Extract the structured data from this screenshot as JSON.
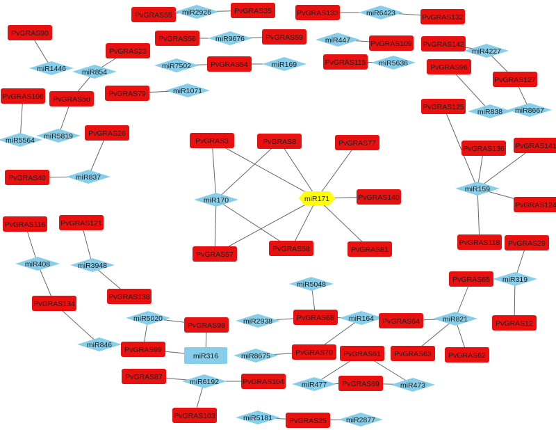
{
  "colors": {
    "gene": "#e8110f",
    "mirna": "#87ceeb",
    "hub": "#ffff00",
    "edge": "#666666",
    "text": "#1a1a1a"
  },
  "nodes": [
    {
      "id": "g55",
      "label": "PvGRAS55",
      "type": "gene"
    },
    {
      "id": "m2926",
      "label": "miR2926",
      "type": "mirna"
    },
    {
      "id": "g35",
      "label": "PvGRAS35",
      "type": "gene"
    },
    {
      "id": "g133",
      "label": "PvGRAS133",
      "type": "gene"
    },
    {
      "id": "m6423",
      "label": "miR6423",
      "type": "mirna"
    },
    {
      "id": "g132",
      "label": "PvGRAS132",
      "type": "gene"
    },
    {
      "id": "g90",
      "label": "PvGRAS90",
      "type": "gene"
    },
    {
      "id": "m1446",
      "label": "miR1446",
      "type": "mirna"
    },
    {
      "id": "g56",
      "label": "PvGRAS56",
      "type": "gene"
    },
    {
      "id": "m9676",
      "label": "miR9676",
      "type": "mirna"
    },
    {
      "id": "g59",
      "label": "PvGRAS59",
      "type": "gene"
    },
    {
      "id": "m447",
      "label": "miR447",
      "type": "mirna"
    },
    {
      "id": "g109",
      "label": "PvGRAS109",
      "type": "gene"
    },
    {
      "id": "g142",
      "label": "PvGRAS142",
      "type": "gene"
    },
    {
      "id": "m4227",
      "label": "miR4227",
      "type": "mirna"
    },
    {
      "id": "g23",
      "label": "PvGRAS23",
      "type": "gene"
    },
    {
      "id": "m854",
      "label": "miR854",
      "type": "mirna"
    },
    {
      "id": "m7502",
      "label": "miR7502",
      "type": "mirna"
    },
    {
      "id": "g54",
      "label": "PvGRAS54",
      "type": "gene"
    },
    {
      "id": "m169",
      "label": "miR169",
      "type": "mirna"
    },
    {
      "id": "g115",
      "label": "PvGRAS115",
      "type": "gene"
    },
    {
      "id": "m5636",
      "label": "miR5636",
      "type": "mirna"
    },
    {
      "id": "g96",
      "label": "PvGRAS96",
      "type": "gene"
    },
    {
      "id": "g127",
      "label": "PvGRAS127",
      "type": "gene"
    },
    {
      "id": "g106",
      "label": "PvGRAS106",
      "type": "gene"
    },
    {
      "id": "g50",
      "label": "PvGRAS50",
      "type": "gene"
    },
    {
      "id": "g79",
      "label": "PvGRAS79",
      "type": "gene"
    },
    {
      "id": "m1071",
      "label": "miR1071",
      "type": "mirna"
    },
    {
      "id": "g125",
      "label": "PvGRAS125",
      "type": "gene"
    },
    {
      "id": "m838",
      "label": "miR838",
      "type": "mirna"
    },
    {
      "id": "m8667",
      "label": "miR8667",
      "type": "mirna"
    },
    {
      "id": "m5564",
      "label": "miR5564",
      "type": "mirna"
    },
    {
      "id": "m5819",
      "label": "miR5819",
      "type": "mirna"
    },
    {
      "id": "g26",
      "label": "PvGRAS26",
      "type": "gene"
    },
    {
      "id": "g3",
      "label": "PvGRAS3",
      "type": "gene"
    },
    {
      "id": "g8",
      "label": "PvGRAS8",
      "type": "gene"
    },
    {
      "id": "g77",
      "label": "PvGRAS77",
      "type": "gene"
    },
    {
      "id": "g136",
      "label": "PvGRAS136",
      "type": "gene"
    },
    {
      "id": "g141",
      "label": "PvGRAS141",
      "type": "gene"
    },
    {
      "id": "g40",
      "label": "PvGRAS40",
      "type": "gene"
    },
    {
      "id": "m837",
      "label": "miR837",
      "type": "mirna"
    },
    {
      "id": "m170",
      "label": "miR170",
      "type": "mirna"
    },
    {
      "id": "m171",
      "label": "miR171",
      "type": "hub"
    },
    {
      "id": "g140",
      "label": "PvGRAS140",
      "type": "gene"
    },
    {
      "id": "m159",
      "label": "miR159",
      "type": "mirna"
    },
    {
      "id": "g124",
      "label": "PvGRAS124",
      "type": "gene"
    },
    {
      "id": "g116",
      "label": "PvGRAS116",
      "type": "gene"
    },
    {
      "id": "g121",
      "label": "PvGRAS121",
      "type": "gene"
    },
    {
      "id": "g57",
      "label": "PvGRAS57",
      "type": "gene"
    },
    {
      "id": "g58",
      "label": "PvGRAS58",
      "type": "gene"
    },
    {
      "id": "g81",
      "label": "PvGRAS81",
      "type": "gene"
    },
    {
      "id": "g118",
      "label": "PvGRAS118",
      "type": "gene"
    },
    {
      "id": "g29",
      "label": "PvGRAS29",
      "type": "gene"
    },
    {
      "id": "m408",
      "label": "miR408",
      "type": "mirna"
    },
    {
      "id": "m3948",
      "label": "miR3948",
      "type": "mirna"
    },
    {
      "id": "m319",
      "label": "miR319",
      "type": "mirna"
    },
    {
      "id": "g65",
      "label": "PvGRAS65",
      "type": "gene"
    },
    {
      "id": "m5048",
      "label": "miR5048",
      "type": "mirna"
    },
    {
      "id": "g138",
      "label": "PvGRAS138",
      "type": "gene"
    },
    {
      "id": "g134",
      "label": "PvGRAS134",
      "type": "gene"
    },
    {
      "id": "g12",
      "label": "PvGRAS12",
      "type": "gene"
    },
    {
      "id": "m5020",
      "label": "miR5020",
      "type": "mirna"
    },
    {
      "id": "m2938",
      "label": "miR2938",
      "type": "mirna"
    },
    {
      "id": "g68",
      "label": "PvGRAS68",
      "type": "gene"
    },
    {
      "id": "m164",
      "label": "miR164",
      "type": "mirna"
    },
    {
      "id": "g64",
      "label": "PvGRAS64",
      "type": "gene"
    },
    {
      "id": "m821",
      "label": "miR821",
      "type": "mirna"
    },
    {
      "id": "g98",
      "label": "PvGRAS98",
      "type": "gene"
    },
    {
      "id": "m846",
      "label": "miR846",
      "type": "mirna"
    },
    {
      "id": "g99",
      "label": "PvGRAS99",
      "type": "gene"
    },
    {
      "id": "m316",
      "label": "miR316",
      "type": "mirna_box"
    },
    {
      "id": "m8675",
      "label": "miR8675",
      "type": "mirna"
    },
    {
      "id": "g70",
      "label": "PvGRAS70",
      "type": "gene"
    },
    {
      "id": "g61",
      "label": "PvGRAS61",
      "type": "gene"
    },
    {
      "id": "g63",
      "label": "PvGRAS63",
      "type": "gene"
    },
    {
      "id": "g62",
      "label": "PvGRAS62",
      "type": "gene"
    },
    {
      "id": "g87",
      "label": "PvGRAS87",
      "type": "gene"
    },
    {
      "id": "m6192",
      "label": "miR6192",
      "type": "mirna"
    },
    {
      "id": "g104",
      "label": "PvGRAS104",
      "type": "gene"
    },
    {
      "id": "m477",
      "label": "miR477",
      "type": "mirna"
    },
    {
      "id": "g69",
      "label": "PvGRAS69",
      "type": "gene"
    },
    {
      "id": "m473",
      "label": "miR473",
      "type": "mirna"
    },
    {
      "id": "g103",
      "label": "PvGRAS103",
      "type": "gene"
    },
    {
      "id": "m5181",
      "label": "miR5181",
      "type": "mirna"
    },
    {
      "id": "g25",
      "label": "PvGRAS25",
      "type": "gene"
    },
    {
      "id": "m2877",
      "label": "miR2877",
      "type": "mirna"
    }
  ],
  "edges": [
    [
      "g55",
      "m2926"
    ],
    [
      "m2926",
      "g35"
    ],
    [
      "g133",
      "m6423"
    ],
    [
      "m6423",
      "g132"
    ],
    [
      "g90",
      "m1446"
    ],
    [
      "g56",
      "m9676"
    ],
    [
      "m9676",
      "g59"
    ],
    [
      "m447",
      "g109"
    ],
    [
      "g142",
      "m4227"
    ],
    [
      "m4227",
      "g127"
    ],
    [
      "g23",
      "m854"
    ],
    [
      "m854",
      "g50"
    ],
    [
      "m7502",
      "g54"
    ],
    [
      "g54",
      "m169"
    ],
    [
      "g115",
      "m5636"
    ],
    [
      "g96",
      "m838"
    ],
    [
      "g127",
      "m8667"
    ],
    [
      "g106",
      "m5564"
    ],
    [
      "g50",
      "m5819"
    ],
    [
      "g79",
      "m1071"
    ],
    [
      "g26",
      "m837"
    ],
    [
      "g40",
      "m837"
    ],
    [
      "g3",
      "m170"
    ],
    [
      "g8",
      "m170"
    ],
    [
      "g57",
      "m170"
    ],
    [
      "g58",
      "m170"
    ],
    [
      "g3",
      "m171"
    ],
    [
      "g8",
      "m171"
    ],
    [
      "g77",
      "m171"
    ],
    [
      "g140",
      "m171"
    ],
    [
      "g57",
      "m171"
    ],
    [
      "g58",
      "m171"
    ],
    [
      "g81",
      "m171"
    ],
    [
      "g125",
      "m159"
    ],
    [
      "g136",
      "m159"
    ],
    [
      "g141",
      "m159"
    ],
    [
      "g124",
      "m159"
    ],
    [
      "g118",
      "m159"
    ],
    [
      "g116",
      "m408"
    ],
    [
      "m408",
      "g134"
    ],
    [
      "g134",
      "m846"
    ],
    [
      "g121",
      "m3948"
    ],
    [
      "m3948",
      "g138"
    ],
    [
      "g29",
      "m319"
    ],
    [
      "m319",
      "g12"
    ],
    [
      "m821",
      "g65"
    ],
    [
      "m821",
      "g64"
    ],
    [
      "m821",
      "g63"
    ],
    [
      "m821",
      "g62"
    ],
    [
      "m5048",
      "g68"
    ],
    [
      "m2938",
      "g68"
    ],
    [
      "g68",
      "m164"
    ],
    [
      "m164",
      "g70"
    ],
    [
      "m8675",
      "g70"
    ],
    [
      "m5020",
      "g98"
    ],
    [
      "m5020",
      "g99"
    ],
    [
      "g98",
      "m316"
    ],
    [
      "g99",
      "m316"
    ],
    [
      "g61",
      "m477"
    ],
    [
      "g61",
      "m473"
    ],
    [
      "m477",
      "g69"
    ],
    [
      "g69",
      "m473"
    ],
    [
      "g87",
      "m6192"
    ],
    [
      "m6192",
      "g104"
    ],
    [
      "m6192",
      "g103"
    ],
    [
      "m5181",
      "g25"
    ],
    [
      "g25",
      "m2877"
    ]
  ]
}
